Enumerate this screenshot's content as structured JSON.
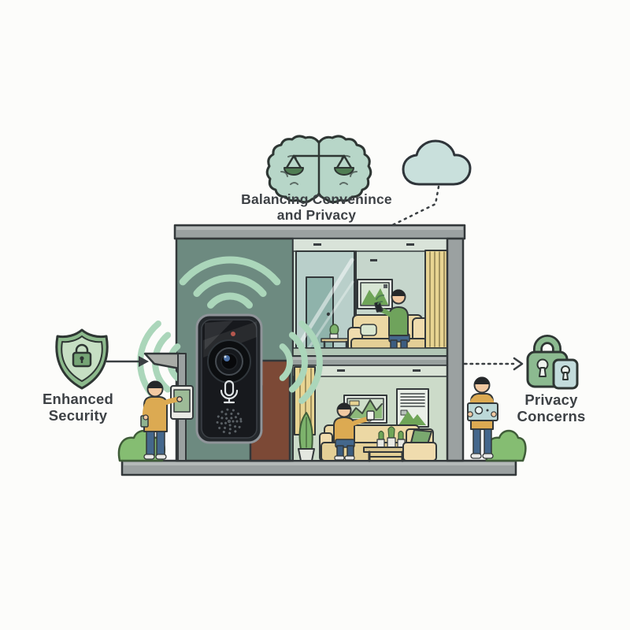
{
  "title": {
    "line1": "Balancing Convenince",
    "line2": "and Privacy"
  },
  "left_label": {
    "line1": "Enhanced",
    "line2": "Security"
  },
  "right_label": {
    "line1": "Privacy",
    "line2": "Concerns"
  },
  "icons": {
    "brain_balance": "brain-with-scale-icon",
    "cloud": "cloud-icon",
    "shield": "shield-lock-icon",
    "privacy_locks": "double-padlock-icon",
    "doorbell": "video-doorbell-camera",
    "wifi": "wifi-signal-arcs",
    "mic": "microphone-icon",
    "speaker": "speaker-grille-icon"
  },
  "colors": {
    "background": "#fcfcfa",
    "outline": "#33383a",
    "text": "#3d4145",
    "wall_teal": "#6d8a80",
    "structure_gray": "#9ba1a1",
    "room_green_upper": "#c6d6cc",
    "room_green_lower": "#ccdbc9",
    "wifi_green": "#abd6ba",
    "accent_green": "#8cb98c",
    "cloud_blue": "#c9e0dc",
    "curtain_tan": "#e8d492",
    "sofa_tan": "#ecd8a4",
    "door_brown": "#7c4936",
    "glass_blue": "#b9cfca",
    "sweater_mustard": "#dcaa52",
    "shirt_green": "#6fa35c",
    "jeans_blue": "#44678c",
    "doorbell_black": "#17191d",
    "bush_green": "#85bd72"
  }
}
